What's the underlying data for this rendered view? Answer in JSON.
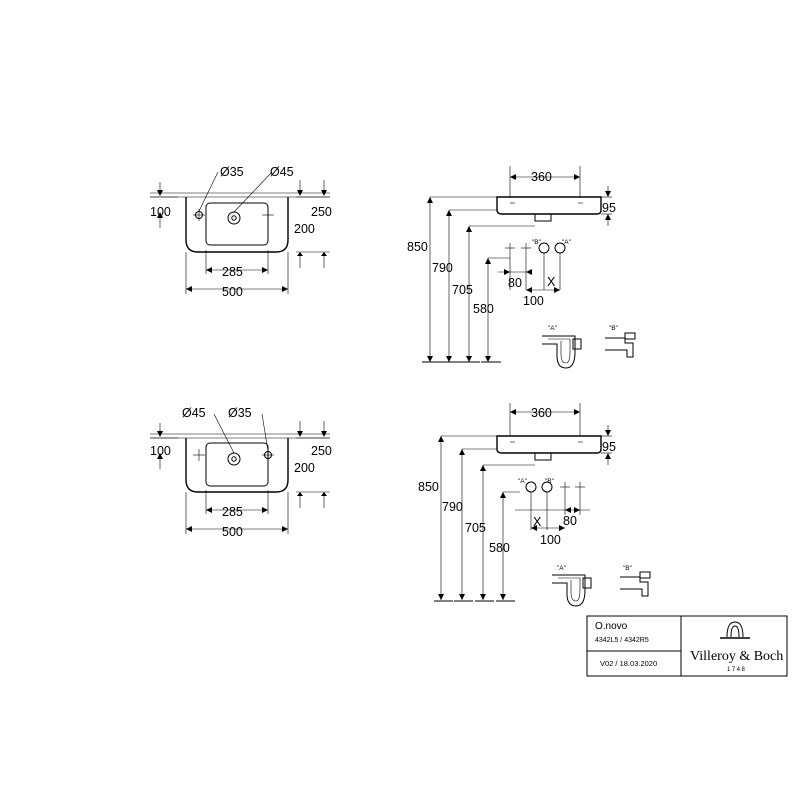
{
  "view_left_version": {
    "dia_left": "Ø35",
    "dia_right": "Ø45",
    "dim_100": "100",
    "dim_250": "250",
    "dim_200": "200",
    "dim_285": "285",
    "dim_500": "500"
  },
  "side_left_version": {
    "width_360": "360",
    "depth_95": "95",
    "h850": "850",
    "h790": "790",
    "h705": "705",
    "h580": "580",
    "dim_80": "80",
    "dim_100": "100",
    "marker_x": "X",
    "label_b": "\"B\"",
    "label_a": "\"A\"",
    "trap_a": "\"A\"",
    "trap_b": "\"B\""
  },
  "view_right_version": {
    "dia_left": "Ø45",
    "dia_right": "Ø35",
    "dim_100": "100",
    "dim_250": "250",
    "dim_200": "200",
    "dim_285": "285",
    "dim_500": "500"
  },
  "side_right_version": {
    "width_360": "360",
    "depth_95": "95",
    "h850": "850",
    "h790": "790",
    "h705": "705",
    "h580": "580",
    "dim_80": "80",
    "dim_100": "100",
    "marker_x": "X",
    "label_a": "\"A\"",
    "label_b": "\"B\"",
    "trap_a": "\"A\"",
    "trap_b": "\"B\""
  },
  "title_block": {
    "product": "O.novo",
    "article_numbers": "4342L5 / 4342R5",
    "version_date": "V02 / 18.03.2020",
    "brand": "Villeroy & Boch",
    "brand_year": "1748"
  }
}
